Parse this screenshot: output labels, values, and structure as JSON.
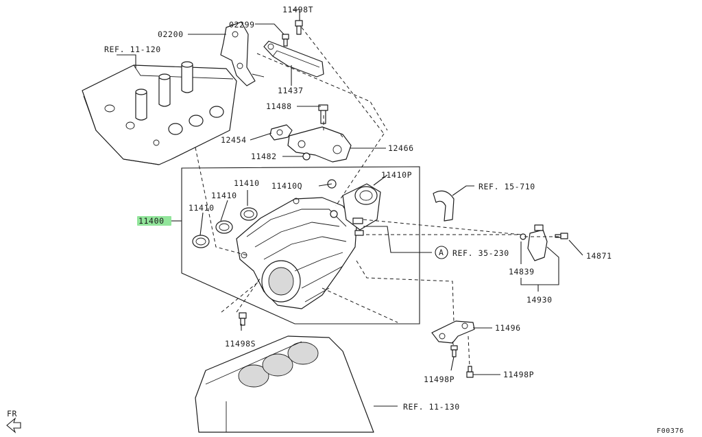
{
  "diagram": {
    "callouts": [
      {
        "id": "c-11498t",
        "text": "11498T"
      },
      {
        "id": "c-02200",
        "text": "02200"
      },
      {
        "id": "c-02299",
        "text": "02299"
      },
      {
        "id": "c-ref11120",
        "text": "REF. 11-120"
      },
      {
        "id": "c-11437",
        "text": "11437"
      },
      {
        "id": "c-11488",
        "text": "11488"
      },
      {
        "id": "c-12454",
        "text": "12454"
      },
      {
        "id": "c-12466",
        "text": "12466"
      },
      {
        "id": "c-11482",
        "text": "11482"
      },
      {
        "id": "c-11410a",
        "text": "11410"
      },
      {
        "id": "c-11410q",
        "text": "11410Q"
      },
      {
        "id": "c-11410p",
        "text": "11410P"
      },
      {
        "id": "c-11410b",
        "text": "11410"
      },
      {
        "id": "c-11410c",
        "text": "11410"
      },
      {
        "id": "c-ref15710",
        "text": "REF. 15-710"
      },
      {
        "id": "c-11400",
        "text": "11400"
      },
      {
        "id": "c-ref35230",
        "text": "REF. 35-230"
      },
      {
        "id": "c-circle-a",
        "text": "A"
      },
      {
        "id": "c-14871",
        "text": "14871"
      },
      {
        "id": "c-14839",
        "text": "14839"
      },
      {
        "id": "c-14930",
        "text": "14930"
      },
      {
        "id": "c-11496",
        "text": "11496"
      },
      {
        "id": "c-11498s",
        "text": "11498S"
      },
      {
        "id": "c-11498p1",
        "text": "11498P"
      },
      {
        "id": "c-11498p2",
        "text": "11498P"
      },
      {
        "id": "c-ref11130",
        "text": "REF. 11-130"
      },
      {
        "id": "c-fr",
        "text": "FR"
      },
      {
        "id": "c-code",
        "text": "F00376"
      }
    ],
    "highlight_color": "#7fe08a",
    "line_color": "#1a1a1a"
  }
}
